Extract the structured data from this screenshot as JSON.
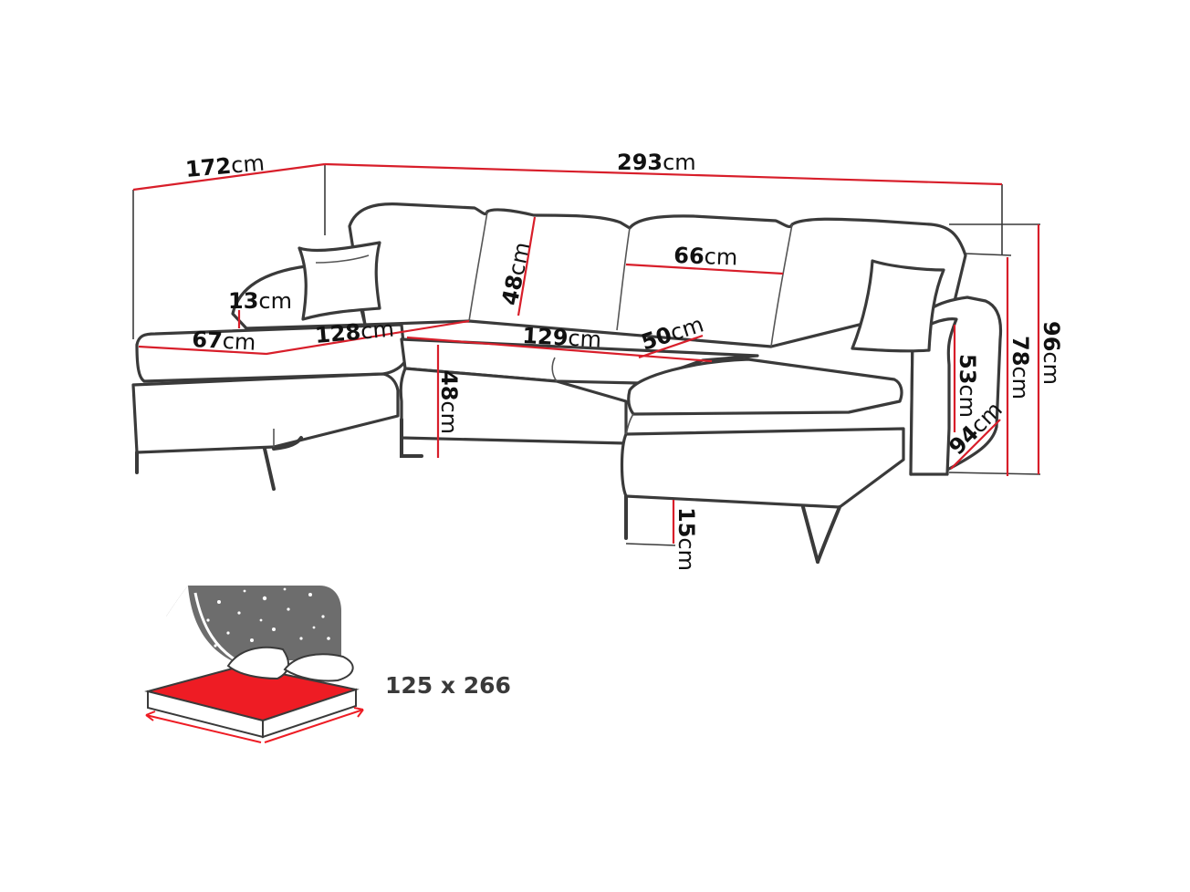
{
  "dimensions": {
    "depth_chaise_left": {
      "value": "172",
      "unit": "cm"
    },
    "total_width": {
      "value": "293",
      "unit": "cm"
    },
    "backrest_height": {
      "value": "48",
      "unit": "cm"
    },
    "cushion_width": {
      "value": "66",
      "unit": "cm"
    },
    "armrest_height": {
      "value": "13",
      "unit": "cm"
    },
    "chaise_width": {
      "value": "67",
      "unit": "cm"
    },
    "chaise_seat_length": {
      "value": "128",
      "unit": "cm"
    },
    "middle_seat_width": {
      "value": "129",
      "unit": "cm"
    },
    "seat_depth": {
      "value": "50",
      "unit": "cm"
    },
    "seat_height": {
      "value": "48",
      "unit": "cm"
    },
    "arm_height": {
      "value": "53",
      "unit": "cm"
    },
    "back_height": {
      "value": "78",
      "unit": "cm"
    },
    "total_height": {
      "value": "96",
      "unit": "cm"
    },
    "side_depth": {
      "value": "94",
      "unit": "cm"
    },
    "leg_height": {
      "value": "15",
      "unit": "cm"
    }
  },
  "sleeping_area": {
    "label": "125 x 266"
  },
  "colors": {
    "dimension_line": "#d81e2a",
    "outline": "#3a3a3a",
    "bed_surface": "#ee1c24",
    "night_sky": "#6d6d6d"
  },
  "icons": {
    "bed": "bed-function-icon"
  }
}
